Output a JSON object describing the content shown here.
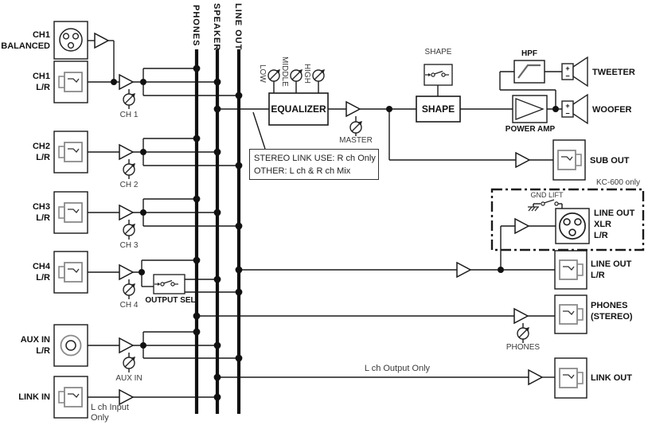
{
  "colors": {
    "line": "#1a1a1a",
    "gray": "#8a8a8a",
    "background": "#ffffff"
  },
  "buses": {
    "phones": "PHONES",
    "speaker": "SPEAKER",
    "line_out": "LINE OUT"
  },
  "inputs": {
    "ch1_balanced": {
      "line1": "CH1",
      "line2": "BALANCED"
    },
    "ch1": {
      "line1": "CH1",
      "line2": "L/R"
    },
    "ch2": {
      "line1": "CH2",
      "line2": "L/R"
    },
    "ch3": {
      "line1": "CH3",
      "line2": "L/R"
    },
    "ch4": {
      "line1": "CH4",
      "line2": "L/R"
    },
    "aux_in": {
      "line1": "AUX IN",
      "line2": "L/R"
    },
    "link_in": {
      "line1": "LINK IN"
    }
  },
  "knobs": {
    "ch1": "CH 1",
    "ch2": "CH 2",
    "ch3": "CH 3",
    "ch4": "CH 4",
    "aux_in": "AUX IN",
    "master": "MASTER",
    "phones": "PHONES",
    "low": "LOW",
    "middle": "MIDDLE",
    "high": "HIGH"
  },
  "blocks": {
    "equalizer": "EQUALIZER",
    "shape": "SHAPE",
    "shape_switch": "SHAPE",
    "hpf": "HPF",
    "power_amp": "POWER AMP",
    "output_sel": "OUTPUT SEL",
    "gnd_lift": "GND LIFT"
  },
  "outputs": {
    "tweeter": "TWEETER",
    "woofer": "WOOFER",
    "sub_out": "SUB OUT",
    "line_out_xlr": {
      "line1": "LINE OUT",
      "line2": "XLR",
      "line3": "L/R"
    },
    "line_out": {
      "line1": "LINE OUT",
      "line2": "L/R"
    },
    "phones": {
      "line1": "PHONES",
      "line2": "(STEREO)"
    },
    "link_out": "LINK OUT"
  },
  "notes": {
    "stereo_link": {
      "line1": "STEREO LINK USE: R ch Only",
      "line2": "OTHER: L ch & R ch Mix"
    },
    "kc600": "KC-600 only",
    "l_ch_output": "L ch Output Only",
    "l_ch_input": {
      "line1": "L ch Input",
      "line2": "Only"
    }
  },
  "polarity": {
    "plus": "+",
    "minus": "−"
  }
}
